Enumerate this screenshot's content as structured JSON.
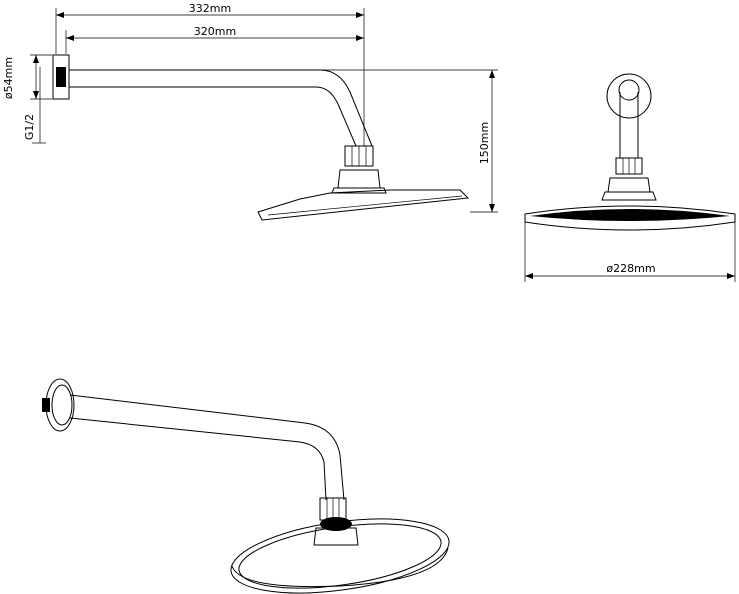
{
  "dimensions": {
    "overall_length": "332mm",
    "arm_length": "320mm",
    "flange_diameter": "ø54mm",
    "thread": "G1/2",
    "drop_height": "150mm",
    "head_diameter": "ø228mm"
  },
  "colors": {
    "line": "#000000",
    "background": "#ffffff"
  }
}
